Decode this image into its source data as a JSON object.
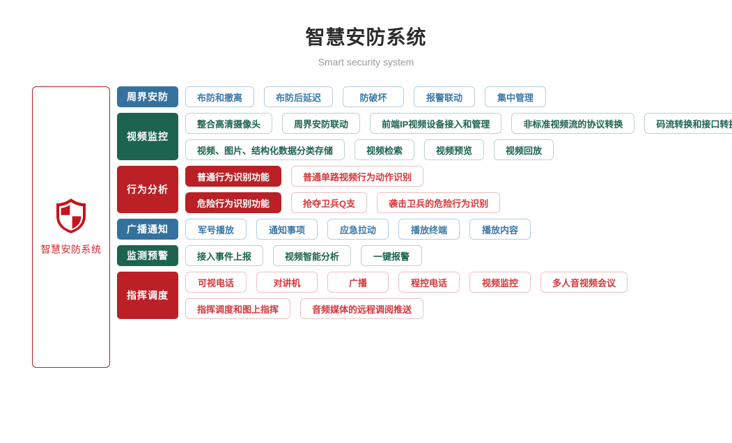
{
  "header": {
    "title": "智慧安防系统",
    "subtitle": "Smart security system"
  },
  "brand": {
    "icon": "shield-icon",
    "name": "智慧安防系统",
    "border_color": "#c31b22",
    "text_color": "#d3282f"
  },
  "colors": {
    "blue": "#35719e",
    "green": "#1c6350",
    "red": "#ba2025",
    "title": "#2b2b2b",
    "subtitle": "#9b9b9b"
  },
  "categories": [
    {
      "label": "周界安防",
      "color": "blue",
      "lines": [
        [
          {
            "label": "布防和撤离",
            "style": "outline"
          },
          {
            "label": "布防后延迟",
            "style": "outline"
          },
          {
            "label": "防破坏",
            "style": "outline"
          },
          {
            "label": "报警联动",
            "style": "outline"
          },
          {
            "label": "集中管理",
            "style": "outline"
          }
        ]
      ]
    },
    {
      "label": "视频监控",
      "color": "green",
      "lines": [
        [
          {
            "label": "整合高清摄像头",
            "style": "outline"
          },
          {
            "label": "周界安防联动",
            "style": "outline"
          },
          {
            "label": "前端IP视频设备接入和管理",
            "style": "outline"
          },
          {
            "label": "非标准视频流的协议转换",
            "style": "outline"
          },
          {
            "label": "码流转换和接口转换",
            "style": "outline"
          }
        ],
        [
          {
            "label": "视频、图片、结构化数据分类存储",
            "style": "outline"
          },
          {
            "label": "视频检索",
            "style": "outline"
          },
          {
            "label": "视频预览",
            "style": "outline"
          },
          {
            "label": "视频回放",
            "style": "outline"
          }
        ]
      ]
    },
    {
      "label": "行为分析",
      "color": "red",
      "lines": [
        [
          {
            "label": "普通行为识别功能",
            "style": "solid"
          },
          {
            "label": "普通单路视频行为动作识别",
            "style": "outline"
          }
        ],
        [
          {
            "label": "危险行为识别功能",
            "style": "solid"
          },
          {
            "label": "抢夺卫兵Q支",
            "style": "outline"
          },
          {
            "label": "袭击卫兵的危险行为识别",
            "style": "outline"
          }
        ]
      ]
    },
    {
      "label": "广播通知",
      "color": "blue",
      "lines": [
        [
          {
            "label": "军号播放",
            "style": "outline"
          },
          {
            "label": "通知事项",
            "style": "outline"
          },
          {
            "label": "应急拉动",
            "style": "outline"
          },
          {
            "label": "播放终端",
            "style": "outline"
          },
          {
            "label": "播放内容",
            "style": "outline"
          }
        ]
      ]
    },
    {
      "label": "监测预警",
      "color": "green",
      "lines": [
        [
          {
            "label": "接入事件上报",
            "style": "outline"
          },
          {
            "label": "视频智能分析",
            "style": "outline"
          },
          {
            "label": "一键报警",
            "style": "outline"
          }
        ]
      ]
    },
    {
      "label": "指挥调度",
      "color": "red",
      "lines": [
        [
          {
            "label": "可视电话",
            "style": "outline"
          },
          {
            "label": "对讲机",
            "style": "outline"
          },
          {
            "label": "广播",
            "style": "outline"
          },
          {
            "label": "程控电话",
            "style": "outline"
          },
          {
            "label": "视频监控",
            "style": "outline"
          },
          {
            "label": "多人音视频会议",
            "style": "outline"
          }
        ],
        [
          {
            "label": "指挥调度和图上指挥",
            "style": "outline"
          },
          {
            "label": "音频媒体的远程调阅推送",
            "style": "outline"
          }
        ]
      ]
    }
  ]
}
